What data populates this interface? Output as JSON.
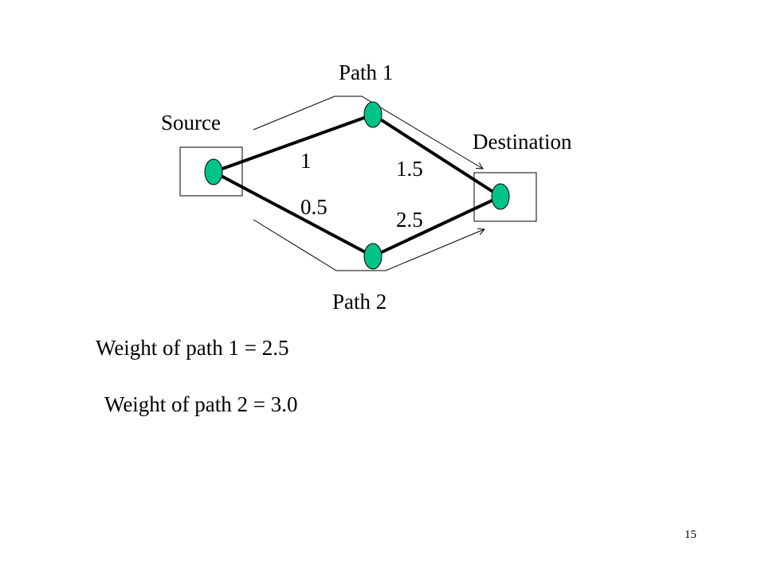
{
  "diagram": {
    "labels": {
      "path1": "Path 1",
      "path2": "Path 2",
      "source": "Source",
      "destination": "Destination"
    },
    "edges": [
      {
        "from": "source",
        "to": "upper",
        "weight": "1"
      },
      {
        "from": "source",
        "to": "lower",
        "weight": "0.5"
      },
      {
        "from": "upper",
        "to": "destination",
        "weight": "1.5"
      },
      {
        "from": "lower",
        "to": "destination",
        "weight": "2.5"
      }
    ],
    "colors": {
      "node_fill": "#00c389",
      "node_stroke": "#000000",
      "edge": "#000000"
    }
  },
  "summary": {
    "path1_weight": "Weight of path 1 = 2.5",
    "path2_weight": "Weight of path 2 = 3.0"
  },
  "slide": {
    "page_number": "15"
  }
}
